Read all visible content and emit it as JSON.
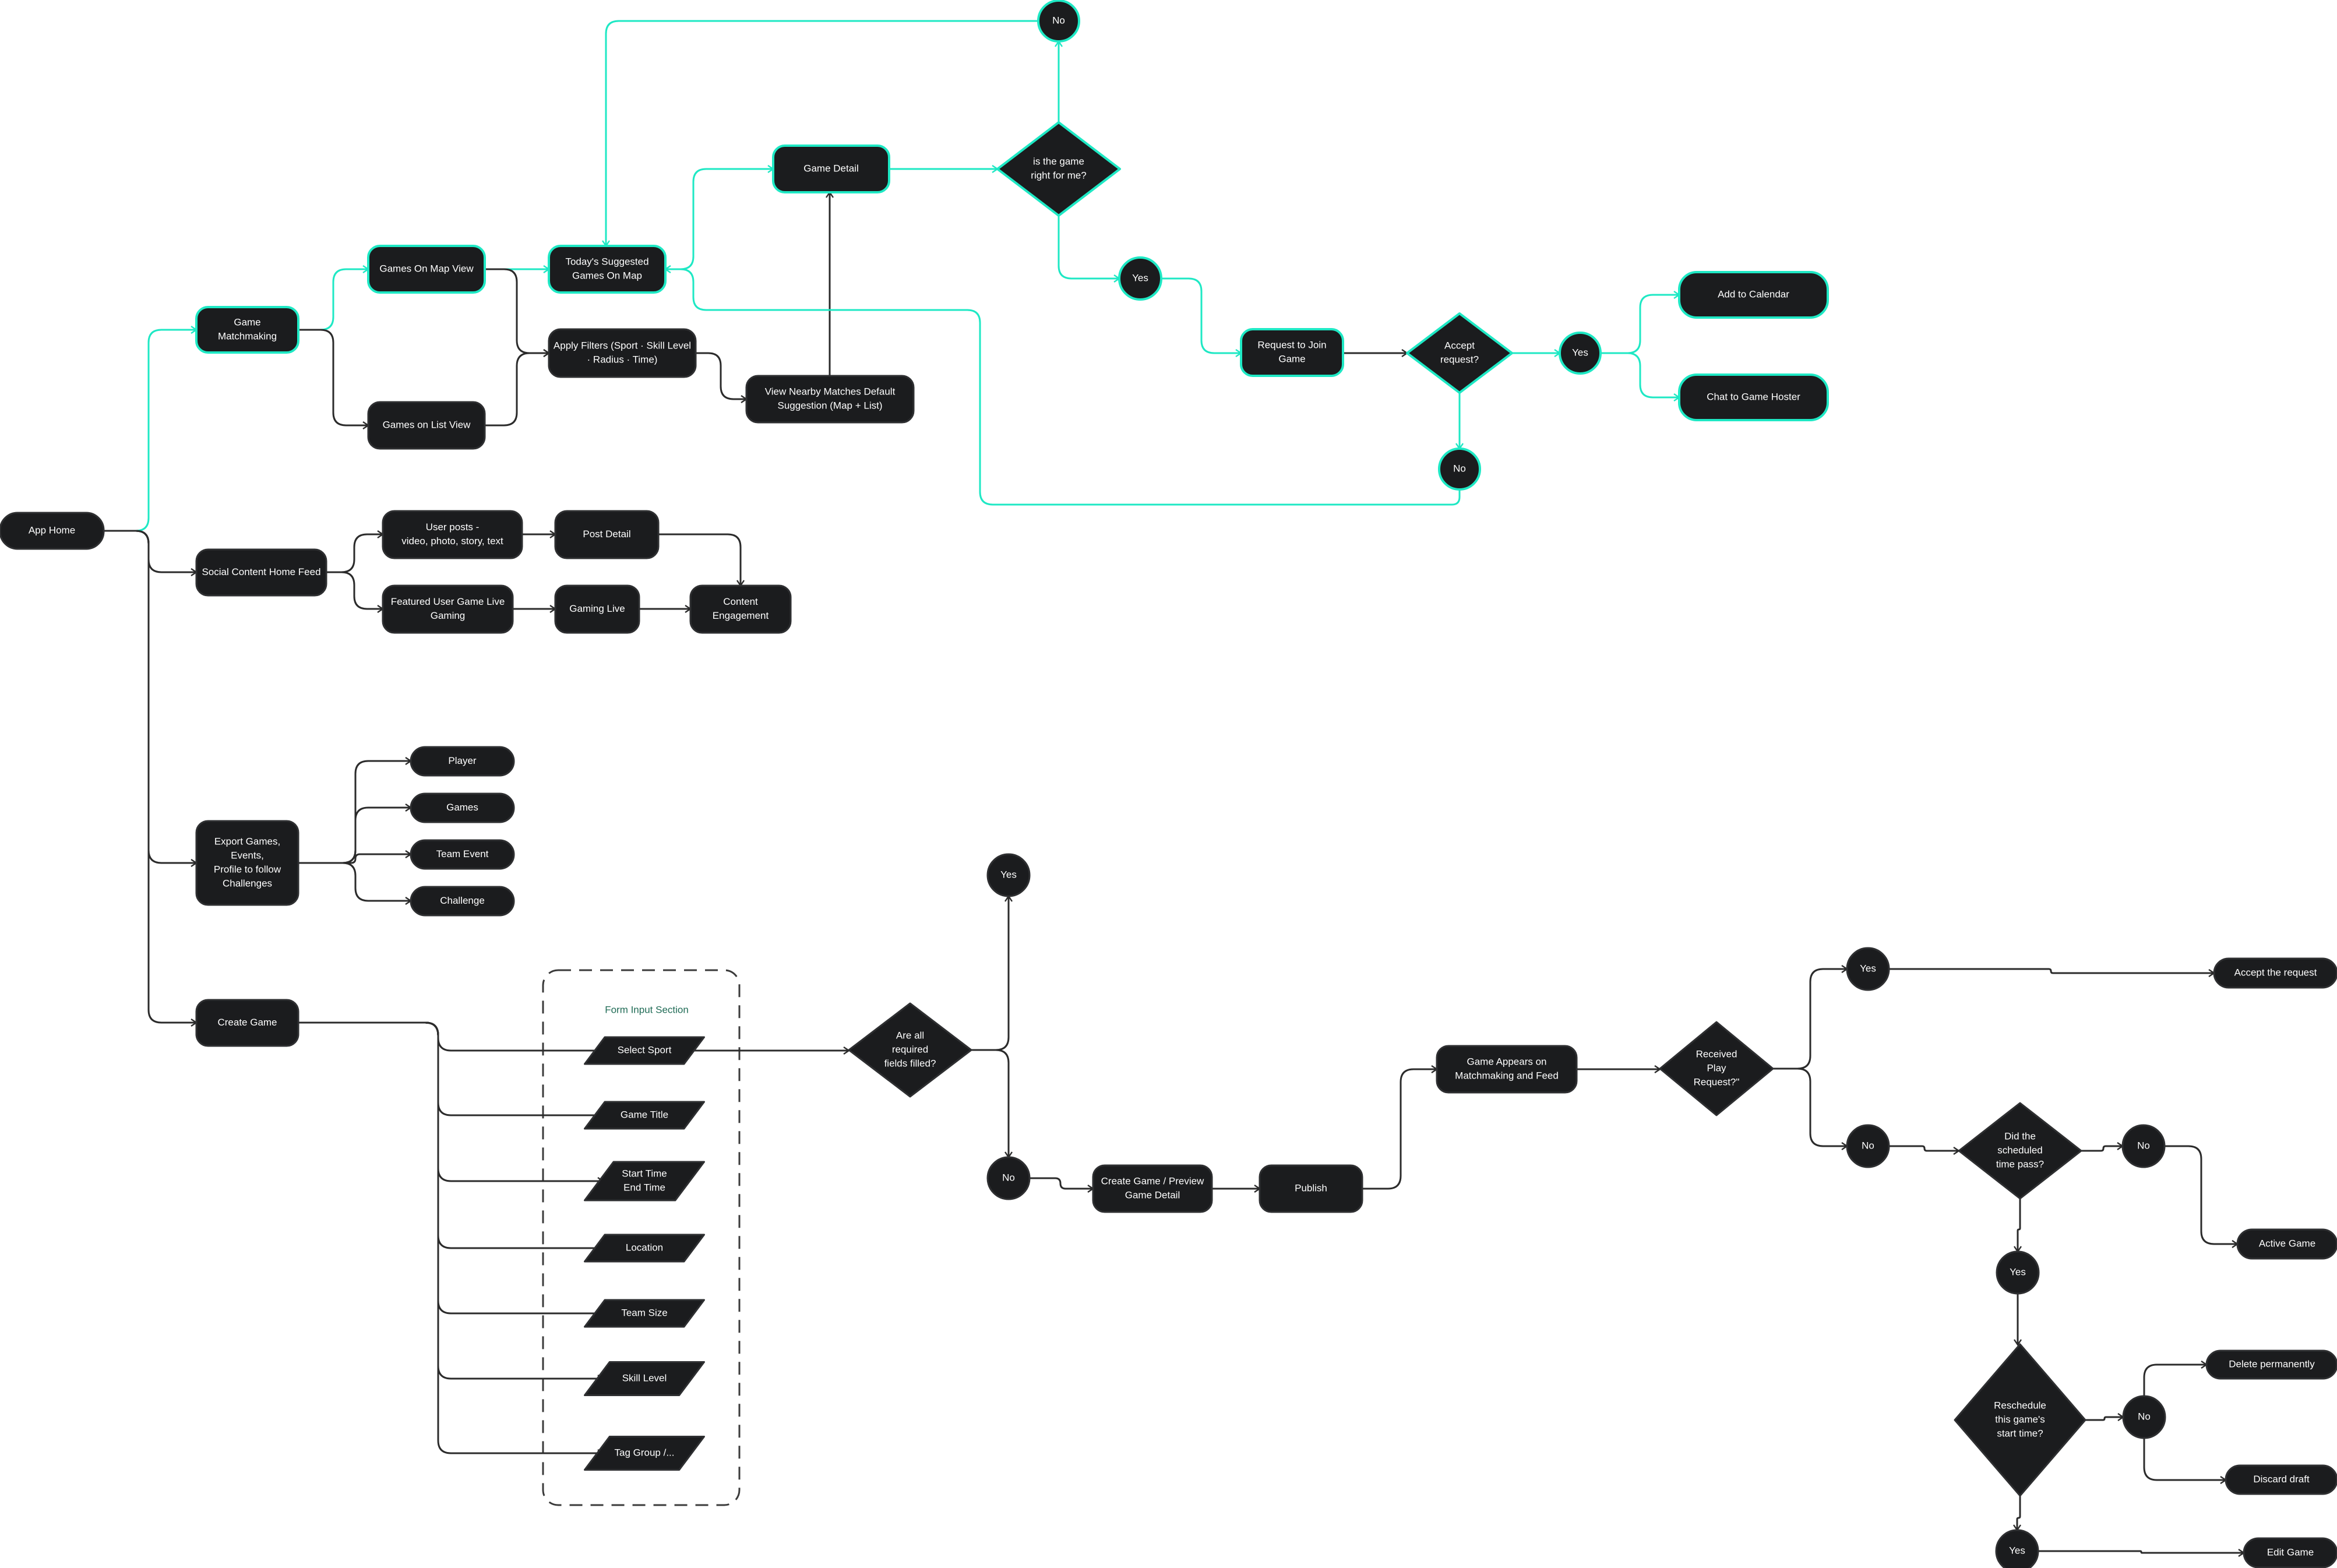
{
  "colors": {
    "node_fill": "#1b1c1e",
    "node_stroke": "#2e2f31",
    "highlight": "#1ee8c4",
    "edge": "#2b2b2b",
    "form_label": "#1f6b55",
    "background": "#ffffff"
  },
  "nodes": [
    {
      "id": "app-home",
      "type": "pill",
      "lines": [
        "App Home"
      ],
      "highlight": false
    },
    {
      "id": "game-matchmaking",
      "type": "rect",
      "lines": [
        "Game",
        "Matchmaking"
      ],
      "highlight": true
    },
    {
      "id": "games-on-map-view",
      "type": "rect",
      "lines": [
        "Games On Map View"
      ],
      "highlight": true
    },
    {
      "id": "games-on-list-view",
      "type": "rect",
      "lines": [
        "Games on List View"
      ],
      "highlight": false
    },
    {
      "id": "todays-suggested",
      "type": "rect",
      "lines": [
        "Today's Suggested",
        "Games On Map"
      ],
      "highlight": true
    },
    {
      "id": "apply-filters",
      "type": "rect",
      "lines": [
        "Apply Filters (Sport · Skill Level",
        "· Radius · Time)"
      ],
      "highlight": false
    },
    {
      "id": "view-nearby",
      "type": "rect",
      "lines": [
        "View Nearby Matches Default",
        "Suggestion (Map + List)"
      ],
      "highlight": false
    },
    {
      "id": "game-detail",
      "type": "rect",
      "lines": [
        "Game Detail"
      ],
      "highlight": true
    },
    {
      "id": "is-game-right",
      "type": "diamond",
      "lines": [
        "is the game",
        "right for me?"
      ],
      "highlight": true
    },
    {
      "id": "no-top",
      "type": "circle",
      "lines": [
        "No"
      ],
      "highlight": true
    },
    {
      "id": "yes-right-for-me",
      "type": "circle",
      "lines": [
        "Yes"
      ],
      "highlight": true
    },
    {
      "id": "request-to-join",
      "type": "rect",
      "lines": [
        "Request to Join",
        "Game"
      ],
      "highlight": true
    },
    {
      "id": "accept-request",
      "type": "diamond",
      "lines": [
        "Accept",
        "request?"
      ],
      "highlight": true
    },
    {
      "id": "yes-accept",
      "type": "circle",
      "lines": [
        "Yes"
      ],
      "highlight": true
    },
    {
      "id": "no-accept",
      "type": "circle",
      "lines": [
        "No"
      ],
      "highlight": true
    },
    {
      "id": "add-to-calendar",
      "type": "pill",
      "lines": [
        "Add to Calendar"
      ],
      "highlight": true
    },
    {
      "id": "chat-to-hoster",
      "type": "pill",
      "lines": [
        "Chat to Game Hoster"
      ],
      "highlight": true
    },
    {
      "id": "social-feed",
      "type": "rect",
      "lines": [
        "Social Content Home Feed"
      ],
      "highlight": false
    },
    {
      "id": "user-posts",
      "type": "rect",
      "lines": [
        "User posts -",
        "video, photo, story, text"
      ],
      "highlight": false
    },
    {
      "id": "post-detail",
      "type": "rect",
      "lines": [
        "Post Detail"
      ],
      "highlight": false
    },
    {
      "id": "featured-live",
      "type": "rect",
      "lines": [
        "Featured User Game Live",
        "Gaming"
      ],
      "highlight": false
    },
    {
      "id": "gaming-live",
      "type": "rect",
      "lines": [
        "Gaming Live"
      ],
      "highlight": false
    },
    {
      "id": "content-engagement",
      "type": "rect",
      "lines": [
        "Content",
        "Engagement"
      ],
      "highlight": false
    },
    {
      "id": "export",
      "type": "rect",
      "lines": [
        "Export Games,",
        "Events,",
        "Profile to follow",
        "Challenges"
      ],
      "highlight": false
    },
    {
      "id": "player",
      "type": "pill",
      "lines": [
        "Player"
      ],
      "highlight": false
    },
    {
      "id": "games",
      "type": "pill",
      "lines": [
        "Games"
      ],
      "highlight": false
    },
    {
      "id": "team-event",
      "type": "pill",
      "lines": [
        "Team Event"
      ],
      "highlight": false
    },
    {
      "id": "challenge",
      "type": "pill",
      "lines": [
        "Challenge"
      ],
      "highlight": false
    },
    {
      "id": "create-game",
      "type": "rect",
      "lines": [
        "Create Game"
      ],
      "highlight": false
    },
    {
      "id": "select-sport",
      "type": "para",
      "lines": [
        "Select Sport"
      ],
      "highlight": false
    },
    {
      "id": "game-title",
      "type": "para",
      "lines": [
        "Game Title"
      ],
      "highlight": false
    },
    {
      "id": "start-end-time",
      "type": "para",
      "lines": [
        "Start Time",
        "End Time"
      ],
      "highlight": false
    },
    {
      "id": "location",
      "type": "para",
      "lines": [
        "Location"
      ],
      "highlight": false
    },
    {
      "id": "team-size",
      "type": "para",
      "lines": [
        "Team Size"
      ],
      "highlight": false
    },
    {
      "id": "skill-level",
      "type": "para",
      "lines": [
        "Skill Level"
      ],
      "highlight": false
    },
    {
      "id": "tag-group",
      "type": "para",
      "lines": [
        "Tag Group /..."
      ],
      "highlight": false
    },
    {
      "id": "required-filled",
      "type": "diamond",
      "lines": [
        "Are all",
        "required",
        "fields filled?"
      ],
      "highlight": false
    },
    {
      "id": "yes-filled",
      "type": "circle",
      "lines": [
        "Yes"
      ],
      "highlight": false
    },
    {
      "id": "no-filled",
      "type": "circle",
      "lines": [
        "No"
      ],
      "highlight": false
    },
    {
      "id": "create-preview",
      "type": "rect",
      "lines": [
        "Create Game / Preview",
        "Game Detail"
      ],
      "highlight": false
    },
    {
      "id": "publish",
      "type": "rect",
      "lines": [
        "Publish"
      ],
      "highlight": false
    },
    {
      "id": "game-appears",
      "type": "rect",
      "lines": [
        "Game Appears on",
        "Matchmaking and Feed"
      ],
      "highlight": false
    },
    {
      "id": "received-play-request",
      "type": "diamond",
      "lines": [
        "Received",
        "Play",
        "Request?\""
      ],
      "highlight": false
    },
    {
      "id": "yes-received",
      "type": "circle",
      "lines": [
        "Yes"
      ],
      "highlight": false
    },
    {
      "id": "accept-the-request",
      "type": "pill",
      "lines": [
        "Accept the request"
      ],
      "highlight": false
    },
    {
      "id": "no-received",
      "type": "circle",
      "lines": [
        "No"
      ],
      "highlight": false
    },
    {
      "id": "time-pass",
      "type": "diamond",
      "lines": [
        "Did the",
        "scheduled",
        "time pass?"
      ],
      "highlight": false
    },
    {
      "id": "no-time-pass",
      "type": "circle",
      "lines": [
        "No"
      ],
      "highlight": false
    },
    {
      "id": "active-game",
      "type": "pill",
      "lines": [
        "Active Game"
      ],
      "highlight": false
    },
    {
      "id": "yes-time-pass",
      "type": "circle",
      "lines": [
        "Yes"
      ],
      "highlight": false
    },
    {
      "id": "reschedule",
      "type": "diamond",
      "lines": [
        "Reschedule",
        "this game's",
        "start time?"
      ],
      "highlight": false
    },
    {
      "id": "no-reschedule",
      "type": "circle",
      "lines": [
        "No"
      ],
      "highlight": false
    },
    {
      "id": "delete-permanently",
      "type": "pill",
      "lines": [
        "Delete permanently"
      ],
      "highlight": false
    },
    {
      "id": "discard-draft",
      "type": "pill",
      "lines": [
        "Discard draft"
      ],
      "highlight": false
    },
    {
      "id": "yes-reschedule",
      "type": "circle",
      "lines": [
        "Yes"
      ],
      "highlight": false
    },
    {
      "id": "edit-game",
      "type": "pill",
      "lines": [
        "Edit Game"
      ],
      "highlight": false
    }
  ],
  "form_section": {
    "label": "Form Input Section"
  },
  "edges": [
    {
      "from": "app-home",
      "to": "game-matchmaking",
      "highlight": true
    },
    {
      "from": "app-home",
      "to": "social-feed",
      "highlight": false
    },
    {
      "from": "app-home",
      "to": "export",
      "highlight": false
    },
    {
      "from": "app-home",
      "to": "create-game",
      "highlight": false
    },
    {
      "from": "game-matchmaking",
      "to": "games-on-map-view",
      "highlight": true
    },
    {
      "from": "game-matchmaking",
      "to": "games-on-list-view",
      "highlight": false
    },
    {
      "from": "games-on-map-view",
      "to": "todays-suggested",
      "highlight": true
    },
    {
      "from": "games-on-map-view",
      "to": "apply-filters",
      "highlight": false
    },
    {
      "from": "games-on-list-view",
      "to": "apply-filters",
      "highlight": false
    },
    {
      "from": "apply-filters",
      "to": "view-nearby",
      "highlight": false
    },
    {
      "from": "view-nearby",
      "to": "game-detail",
      "highlight": false
    },
    {
      "from": "todays-suggested",
      "to": "game-detail",
      "highlight": true
    },
    {
      "from": "game-detail",
      "to": "is-game-right",
      "highlight": true
    },
    {
      "from": "is-game-right",
      "to": "no-top",
      "highlight": true
    },
    {
      "from": "no-top",
      "to": "todays-suggested",
      "highlight": true
    },
    {
      "from": "is-game-right",
      "to": "yes-right-for-me",
      "highlight": true
    },
    {
      "from": "yes-right-for-me",
      "to": "request-to-join",
      "highlight": true
    },
    {
      "from": "request-to-join",
      "to": "accept-request",
      "highlight": false
    },
    {
      "from": "accept-request",
      "to": "yes-accept",
      "highlight": true
    },
    {
      "from": "accept-request",
      "to": "no-accept",
      "highlight": true
    },
    {
      "from": "no-accept",
      "to": "todays-suggested",
      "highlight": true
    },
    {
      "from": "yes-accept",
      "to": "add-to-calendar",
      "highlight": true
    },
    {
      "from": "yes-accept",
      "to": "chat-to-hoster",
      "highlight": true
    },
    {
      "from": "social-feed",
      "to": "user-posts",
      "highlight": false
    },
    {
      "from": "social-feed",
      "to": "featured-live",
      "highlight": false
    },
    {
      "from": "user-posts",
      "to": "post-detail",
      "highlight": false
    },
    {
      "from": "post-detail",
      "to": "content-engagement",
      "highlight": false
    },
    {
      "from": "featured-live",
      "to": "gaming-live",
      "highlight": false
    },
    {
      "from": "gaming-live",
      "to": "content-engagement",
      "highlight": false
    },
    {
      "from": "export",
      "to": "player",
      "highlight": false
    },
    {
      "from": "export",
      "to": "games",
      "highlight": false
    },
    {
      "from": "export",
      "to": "team-event",
      "highlight": false
    },
    {
      "from": "export",
      "to": "challenge",
      "highlight": false
    },
    {
      "from": "create-game",
      "to": "select-sport",
      "highlight": false
    },
    {
      "from": "create-game",
      "to": "game-title",
      "highlight": false
    },
    {
      "from": "create-game",
      "to": "start-end-time",
      "highlight": false
    },
    {
      "from": "create-game",
      "to": "location",
      "highlight": false
    },
    {
      "from": "create-game",
      "to": "team-size",
      "highlight": false
    },
    {
      "from": "create-game",
      "to": "skill-level",
      "highlight": false
    },
    {
      "from": "create-game",
      "to": "tag-group",
      "highlight": false
    },
    {
      "from": "select-sport",
      "to": "required-filled",
      "highlight": false
    },
    {
      "from": "required-filled",
      "to": "yes-filled",
      "highlight": false
    },
    {
      "from": "required-filled",
      "to": "no-filled",
      "highlight": false
    },
    {
      "from": "no-filled",
      "to": "create-preview",
      "highlight": false
    },
    {
      "from": "create-preview",
      "to": "publish",
      "highlight": false
    },
    {
      "from": "publish",
      "to": "game-appears",
      "highlight": false
    },
    {
      "from": "game-appears",
      "to": "received-play-request",
      "highlight": false
    },
    {
      "from": "received-play-request",
      "to": "yes-received",
      "highlight": false
    },
    {
      "from": "received-play-request",
      "to": "no-received",
      "highlight": false
    },
    {
      "from": "yes-received",
      "to": "accept-the-request",
      "highlight": false
    },
    {
      "from": "no-received",
      "to": "time-pass",
      "highlight": false
    },
    {
      "from": "time-pass",
      "to": "no-time-pass",
      "highlight": false
    },
    {
      "from": "no-time-pass",
      "to": "active-game",
      "highlight": false
    },
    {
      "from": "time-pass",
      "to": "yes-time-pass",
      "highlight": false
    },
    {
      "from": "yes-time-pass",
      "to": "reschedule",
      "highlight": false
    },
    {
      "from": "reschedule",
      "to": "no-reschedule",
      "highlight": false
    },
    {
      "from": "no-reschedule",
      "to": "delete-permanently",
      "highlight": false
    },
    {
      "from": "no-reschedule",
      "to": "discard-draft",
      "highlight": false
    },
    {
      "from": "reschedule",
      "to": "yes-reschedule",
      "highlight": false
    },
    {
      "from": "yes-reschedule",
      "to": "edit-game",
      "highlight": false
    }
  ]
}
